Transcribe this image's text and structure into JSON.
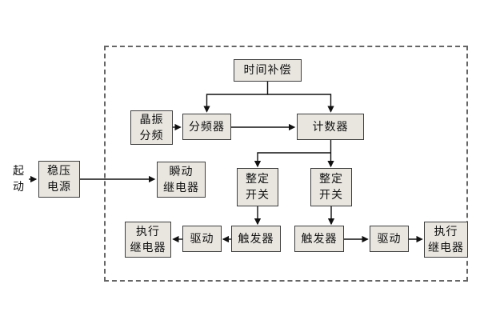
{
  "nodes": {
    "start": "起\n动",
    "power": "稳压\n电源",
    "time_compensation": "时间补偿",
    "crystal_divider": "晶振\n分频",
    "frequency_divider": "分频器",
    "counter": "计数器",
    "instant_relay": "瞬动\n继电器",
    "setting_switch_left": "整定\n开关",
    "setting_switch_right": "整定\n开关",
    "trigger_left": "触发器",
    "trigger_right": "触发器",
    "drive_left": "驱动",
    "drive_right": "驱动",
    "exec_relay_left": "执行\n继电器",
    "exec_relay_right": "执行\n继电器"
  },
  "colors": {
    "box_fill": "#e9e6e0",
    "box_border": "#3f3f3f",
    "line": "#111111",
    "background": "#ffffff"
  }
}
